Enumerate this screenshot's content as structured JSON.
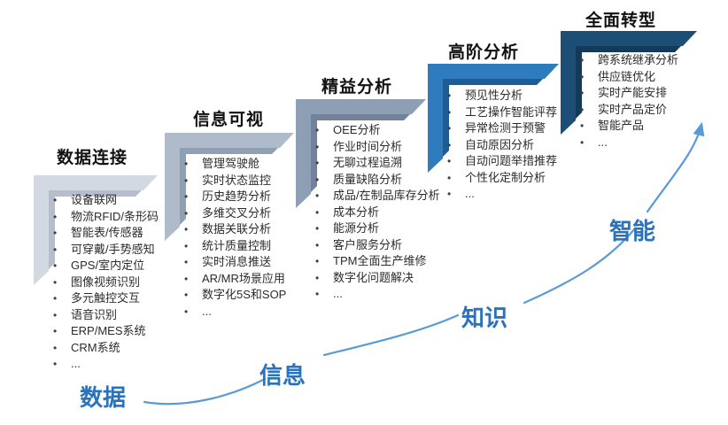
{
  "diagram": {
    "type": "staircase-maturity-model",
    "background_color": "#ffffff"
  },
  "stages": [
    {
      "title": "数据连接",
      "band_color": "#d3d9e3",
      "fold_color": "#b6becd",
      "items": [
        "设备联网",
        "物流RFID/条形码",
        "智能表/传感器",
        "可穿戴/手势感知",
        "GPS/室内定位",
        "图像视频识别",
        "多元触控交互",
        "语音识别",
        "ERP/MES系统",
        "CRM系统",
        "..."
      ]
    },
    {
      "title": "信息可视",
      "band_color": "#afbacb",
      "fold_color": "#8fa0b5",
      "items": [
        "管理驾驶舱",
        "实时状态监控",
        "历史趋势分析",
        "多维交叉分析",
        "数据关联分析",
        "统计质量控制",
        "实时消息推送",
        "AR/MR场景应用",
        "数字化5S和SOP",
        "..."
      ]
    },
    {
      "title": "精益分析",
      "band_color": "#8e9eb5",
      "fold_color": "#71839c",
      "items": [
        "OEE分析",
        "作业时间分析",
        "无聊过程追溯",
        "质量缺陷分析",
        "成品/在制品库存分析",
        "成本分析",
        "能源分析",
        "客户服务分析",
        "TPM全面生产维修",
        "数字化问题解决",
        "..."
      ]
    },
    {
      "title": "高阶分析",
      "band_color": "#2e7cbe",
      "fold_color": "#1e5c95",
      "items": [
        "预见性分析",
        "工艺操作智能评荐",
        "异常检测于预警",
        "自动原因分析",
        "自动问题举措推荐",
        "个性化定制分析",
        "..."
      ]
    },
    {
      "title": "全面转型",
      "band_color": "#1d4e76",
      "fold_color": "#143a59",
      "items": [
        "跨系统继承分析",
        "供应链优化",
        "实时产能安排",
        "实时产品定价",
        "智能产品",
        "..."
      ]
    }
  ],
  "progression": {
    "labels": [
      "数据",
      "信息",
      "知识",
      "智能"
    ],
    "label_color": "#2a72bc",
    "arrow_color": "#5b9bd5"
  }
}
